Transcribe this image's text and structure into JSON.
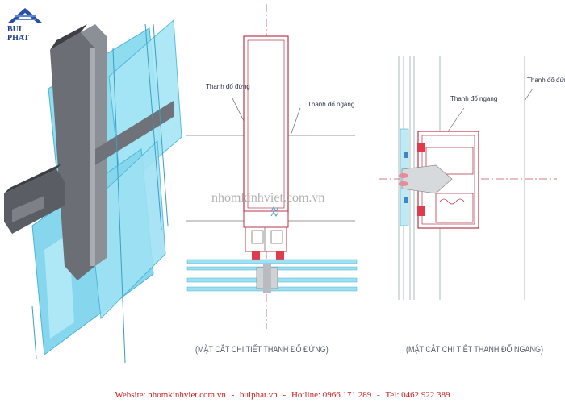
{
  "brand": {
    "logo_text": "BUI PHAT"
  },
  "diagram_vertical": {
    "label_mullion": "Thanh đố đứng",
    "label_transom": "Thanh đố ngang",
    "caption": "(MẶT CẮT CHI TIẾT THANH ĐỐ ĐỨNG)"
  },
  "diagram_horizontal": {
    "label_transom": "Thanh đố ngang",
    "label_mullion": "Thanh đố đứng",
    "caption": "(MẶT CẮT CHI TIẾT THANH ĐỐ NGANG)"
  },
  "watermark": "nhomkinhviet.com.vn",
  "footer": {
    "website_label": "Website: nhomkinhviet.com.vn",
    "separator": "-",
    "site2": "buiphat.vn",
    "hotline": "Hotline: 0966 171 289",
    "tel": "Tel: 0462 922 389"
  },
  "colors": {
    "glass": "#8fdcf0",
    "glass_dark": "#5cc3e3",
    "frame": "#5b5f66",
    "profile_line": "#b7374a",
    "gasket": "#e03a4d",
    "brand_blue": "#1f3f8f",
    "footer_text": "#d41d1d"
  }
}
